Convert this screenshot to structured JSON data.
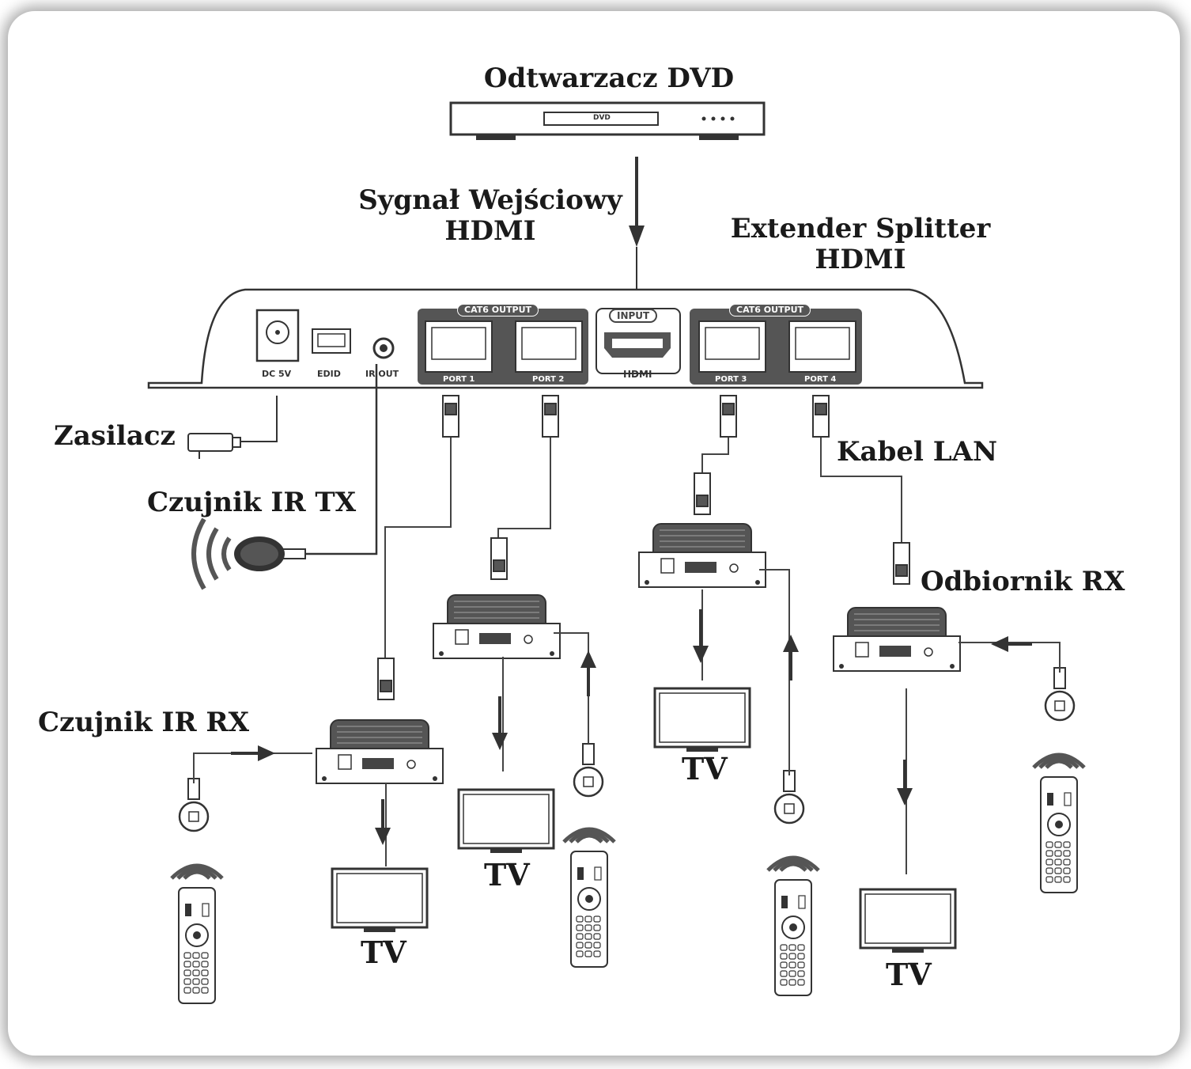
{
  "labels": {
    "dvd_player": "Odtwarzacz DVD",
    "dvd_slot": "DVD",
    "input_signal_line1": "Sygnał Wejściowy",
    "input_signal_line2": "HDMI",
    "splitter_line1": "Extender Splitter",
    "splitter_line2": "HDMI",
    "power_supply": "Zasilacz",
    "ir_tx": "Czujnik IR TX",
    "ir_rx": "Czujnik IR RX",
    "lan_cable": "Kabel LAN",
    "receiver": "Odbiornik RX",
    "tv": "TV"
  },
  "splitter_panel": {
    "dc": "DC 5V",
    "edid": "EDID",
    "ir_out": "IR OUT",
    "cat6_output": "CAT6 OUTPUT",
    "input": "INPUT",
    "hdmi": "HDMI",
    "ports": [
      "PORT 1",
      "PORT 2",
      "PORT 3",
      "PORT 4"
    ]
  },
  "colors": {
    "line": "#3a3a3a",
    "device_dark": "#4a4a4a",
    "frame_shadow": "#000000",
    "background": "#ffffff"
  }
}
